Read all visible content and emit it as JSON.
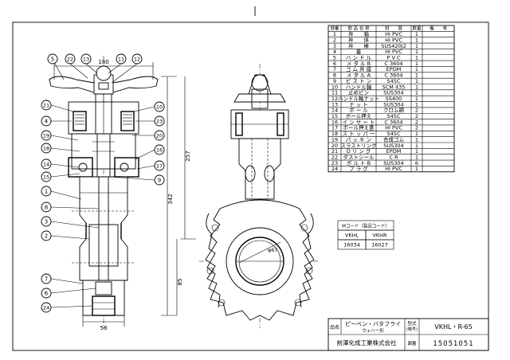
{
  "parts_table": {
    "headers": [
      "部番",
      "部 品 名 称",
      "材　　質",
      "数量",
      "備　　考"
    ],
    "rows": [
      [
        "1",
        "弁　　箱",
        "HI PVC",
        "1",
        ""
      ],
      [
        "2",
        "弁　　体",
        "HI PVC",
        "1",
        ""
      ],
      [
        "3",
        "弁　　棒",
        "SUS420J2",
        "1",
        ""
      ],
      [
        "4",
        "蓋",
        "HI PVC",
        "1",
        ""
      ],
      [
        "5",
        "ハ ン ド ル",
        "P V C",
        "1",
        ""
      ],
      [
        "6",
        "メ タ ル B",
        "C 3604",
        "1",
        ""
      ],
      [
        "7",
        "ゴ ム 弁 座",
        "EPDM",
        "1",
        ""
      ],
      [
        "8",
        "メ タ ル A",
        "C 3604",
        "1",
        ""
      ],
      [
        "9",
        "ピ ス ト ン",
        "S45C",
        "1",
        ""
      ],
      [
        "10",
        "ハンドル軸",
        "SCM 435",
        "1",
        ""
      ],
      [
        "11",
        "止めピン",
        "SUS304",
        "1",
        ""
      ],
      [
        "12",
        "ハンドル軸ナット",
        "SS400",
        "1",
        ""
      ],
      [
        "13",
        "ナ ッ ト",
        "SUS304",
        "1",
        ""
      ],
      [
        "14",
        "ボ ー ル",
        "クロム鋼",
        "2",
        ""
      ],
      [
        "15",
        "ボール押え",
        "S45C",
        "2",
        ""
      ],
      [
        "16",
        "イ ン サ ー ト",
        "C 3604",
        "2",
        ""
      ],
      [
        "17",
        "ボール押え蓋",
        "HI PVC",
        "2",
        ""
      ],
      [
        "18",
        "ス ト ッ パ ー",
        "S45C",
        "1",
        ""
      ],
      [
        "19",
        "パ ッ キ ン",
        "合成ゴム",
        "1",
        ""
      ],
      [
        "20",
        "スラストリング",
        "SUS304",
        "1",
        ""
      ],
      [
        "21",
        "O リ ン グ",
        "EPDM",
        "1",
        ""
      ],
      [
        "22",
        "ダストシール",
        "C R",
        "1",
        ""
      ],
      [
        "23",
        "ボ ル ト B",
        "SUS304",
        "6",
        ""
      ],
      [
        "24",
        "プ ラ グ",
        "HI PVC",
        "1",
        ""
      ]
    ]
  },
  "mcode": {
    "title": "Mコード（製品コード）",
    "headers": [
      "VKHL",
      "VKHR"
    ],
    "values": [
      "16034",
      "16027"
    ]
  },
  "title_block": {
    "name_label": "品名",
    "product_name": "ピーベン・バタフライ",
    "product_sub": "ウェハー形",
    "model_label_1": "型式",
    "model_label_2": "(略号)",
    "model": "VKHL・R-65",
    "company": "前澤化成工業株式会社",
    "drawing_no_label": "図番",
    "drawing_no": "15051051"
  },
  "dimensions": {
    "width_top": "180",
    "height_257": "257",
    "height_342": "342",
    "height_85": "85",
    "width_58": "58",
    "bore": "φ67"
  },
  "callouts": [
    "1",
    "2",
    "3",
    "4",
    "5",
    "6",
    "7",
    "8",
    "9",
    "10",
    "11",
    "12",
    "13",
    "14",
    "15",
    "16",
    "17",
    "18",
    "19",
    "20",
    "21",
    "22",
    "23",
    "24"
  ]
}
